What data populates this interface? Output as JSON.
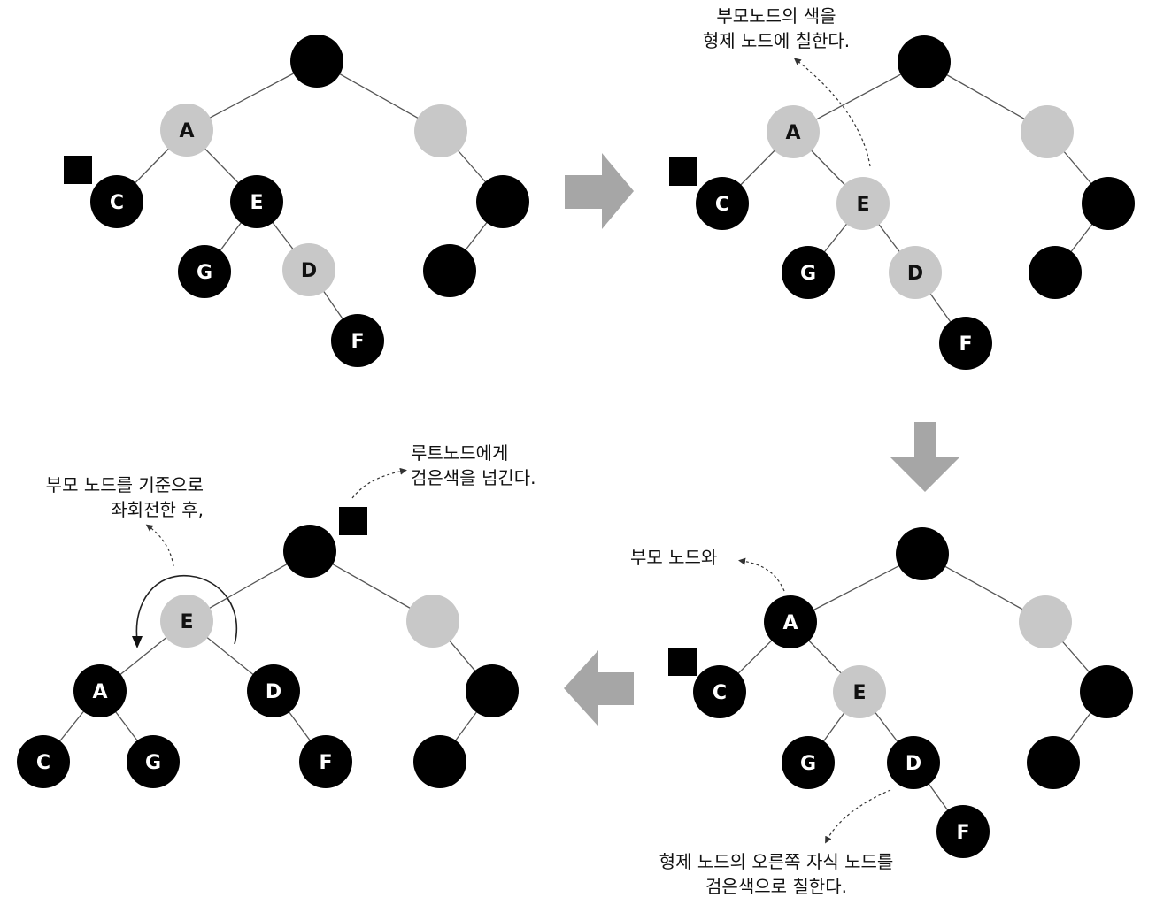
{
  "colors": {
    "black_node": "#000000",
    "red_node_shaded": "#c8c8c8",
    "node_text_on_black": "#ffffff",
    "node_text_on_red": "#111111",
    "edge": "#555555",
    "arrow_fill": "#a6a6a6"
  },
  "panels": [
    {
      "id": "top-left",
      "nodes": [
        {
          "label": "",
          "color": "black"
        },
        {
          "label": "A",
          "color": "red"
        },
        {
          "label": "",
          "color": "red"
        },
        {
          "label": "C",
          "color": "black"
        },
        {
          "label": "E",
          "color": "black"
        },
        {
          "label": "G",
          "color": "black"
        },
        {
          "label": "D",
          "color": "red"
        },
        {
          "label": "F",
          "color": "black"
        },
        {
          "label": "",
          "color": "black"
        },
        {
          "label": "",
          "color": "black"
        }
      ],
      "extra_black_marker": "C"
    },
    {
      "id": "top-right",
      "nodes": [
        {
          "label": "",
          "color": "black"
        },
        {
          "label": "A",
          "color": "red"
        },
        {
          "label": "",
          "color": "red"
        },
        {
          "label": "C",
          "color": "black"
        },
        {
          "label": "E",
          "color": "red"
        },
        {
          "label": "G",
          "color": "black"
        },
        {
          "label": "D",
          "color": "red"
        },
        {
          "label": "F",
          "color": "black"
        },
        {
          "label": "",
          "color": "black"
        },
        {
          "label": "",
          "color": "black"
        }
      ],
      "extra_black_marker": "C"
    },
    {
      "id": "bottom-right",
      "nodes": [
        {
          "label": "",
          "color": "black"
        },
        {
          "label": "A",
          "color": "black"
        },
        {
          "label": "",
          "color": "red"
        },
        {
          "label": "C",
          "color": "black"
        },
        {
          "label": "E",
          "color": "red"
        },
        {
          "label": "G",
          "color": "black"
        },
        {
          "label": "D",
          "color": "black"
        },
        {
          "label": "F",
          "color": "black"
        },
        {
          "label": "",
          "color": "black"
        },
        {
          "label": "",
          "color": "black"
        }
      ],
      "extra_black_marker": "C"
    },
    {
      "id": "bottom-left",
      "nodes": [
        {
          "label": "",
          "color": "black"
        },
        {
          "label": "E",
          "color": "red"
        },
        {
          "label": "",
          "color": "red"
        },
        {
          "label": "A",
          "color": "black"
        },
        {
          "label": "D",
          "color": "black"
        },
        {
          "label": "C",
          "color": "black"
        },
        {
          "label": "G",
          "color": "black"
        },
        {
          "label": "F",
          "color": "black"
        },
        {
          "label": "",
          "color": "black"
        },
        {
          "label": "",
          "color": "black"
        }
      ],
      "extra_black_marker": "root"
    }
  ],
  "annotations": {
    "sibling_recolor": {
      "line1": "부모노드의 색을",
      "line2": "형제 노드에 칠한다."
    },
    "parent_and": {
      "line1": "부모 노드와"
    },
    "nephew_black": {
      "line1": "형제 노드의 오른쪽 자식 노드를",
      "line2": "검은색으로 칠한다."
    },
    "rotate_left": {
      "line1": "부모 노드를 기준으로",
      "line2": "좌회전한 후,"
    },
    "pass_black_root": {
      "line1": "루트노드에게",
      "line2": "검은색을 넘긴다."
    }
  },
  "flow_arrows": [
    {
      "direction": "right"
    },
    {
      "direction": "down"
    },
    {
      "direction": "left"
    }
  ]
}
